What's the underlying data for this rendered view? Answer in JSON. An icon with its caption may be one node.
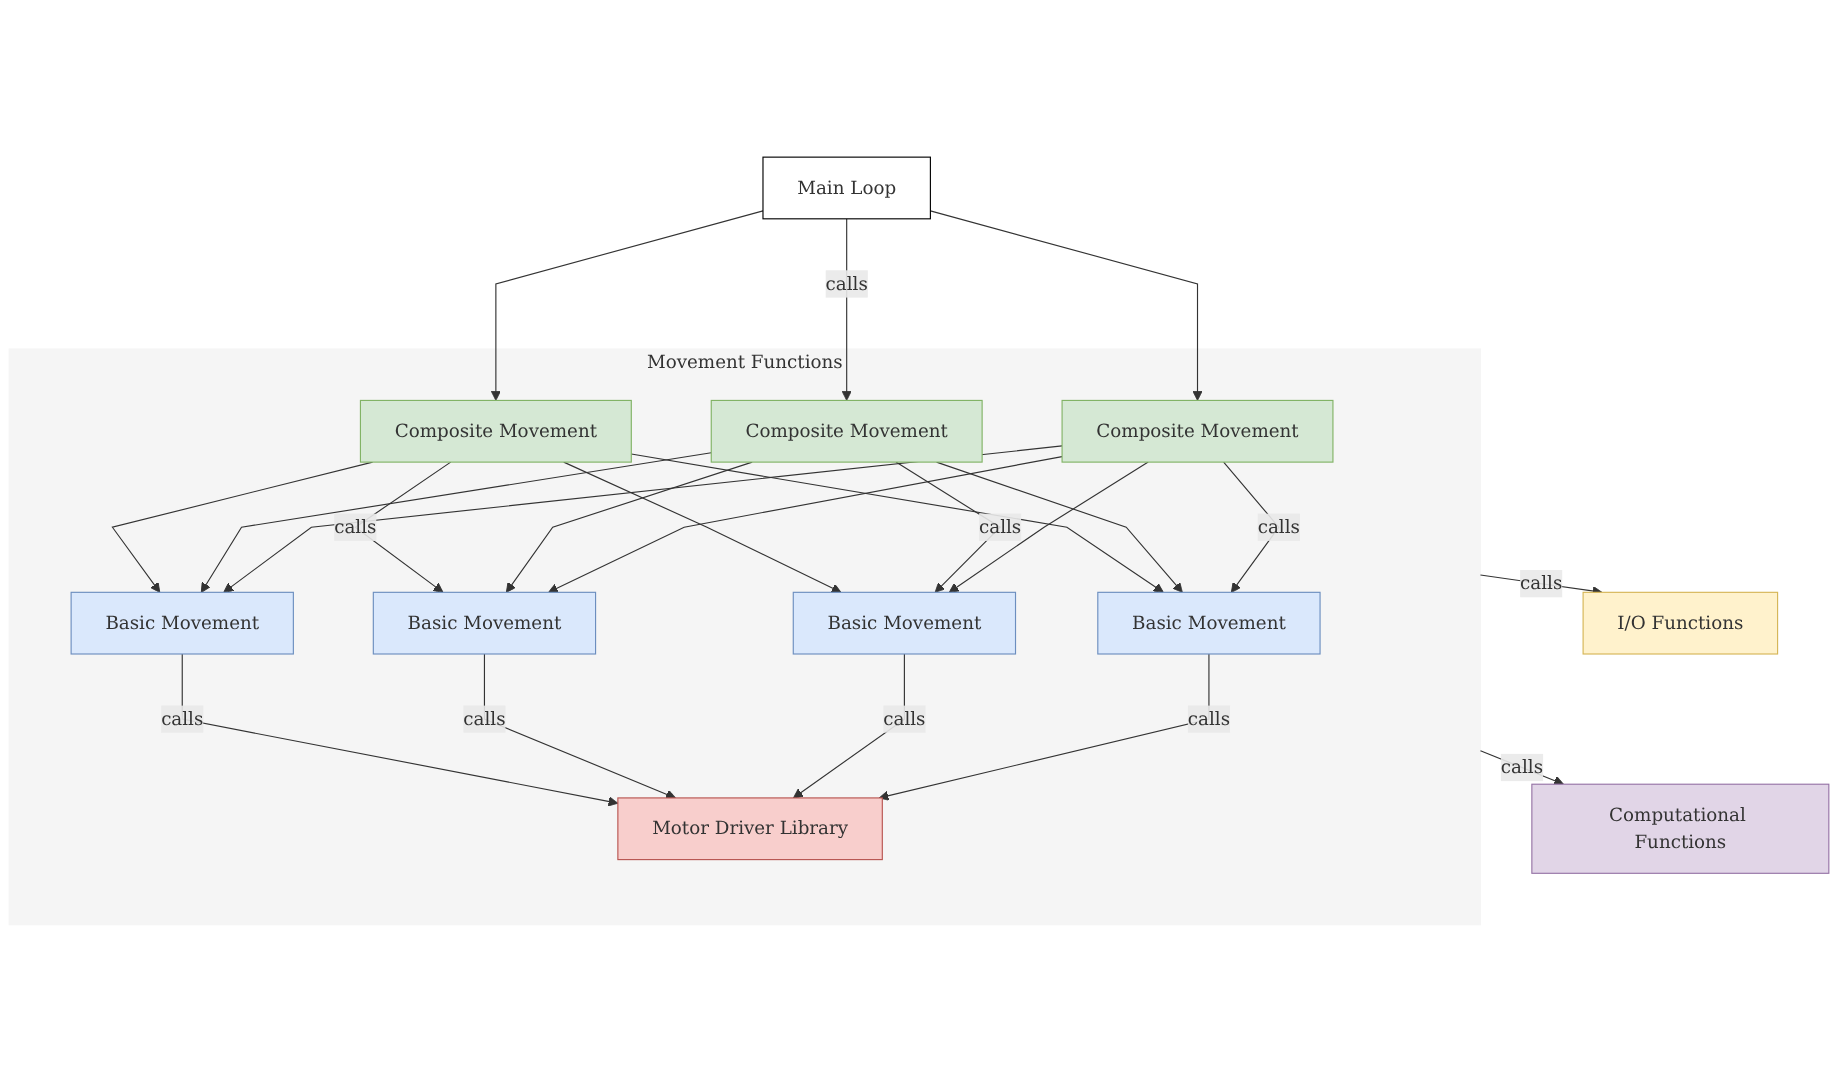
{
  "diagram": {
    "nodes": [
      {
        "text": [
          "Main Loop"
        ]
      },
      {
        "text": [
          "Movement Functions"
        ]
      },
      {
        "text": [
          "Composite Movement"
        ],
        "in": 1
      },
      {
        "text": [
          "Composite Movement"
        ],
        "in": 1
      },
      {
        "text": [
          "Composite Movement"
        ],
        "in": 1
      },
      {
        "text": [
          "Basic Movement"
        ],
        "in": 1
      },
      {
        "text": [
          "Basic Movement"
        ],
        "in": 1
      },
      {
        "text": [
          "Basic Movement"
        ],
        "in": 1
      },
      {
        "text": [
          "Basic Movement"
        ],
        "in": 1
      },
      {
        "text": [
          "Motor Driver Library"
        ],
        "in": 1
      },
      {
        "text": [
          "I/O Functions"
        ]
      },
      {
        "text": [
          "Computational Functions"
        ]
      }
    ],
    "edges": [
      {
        "from": 0,
        "to": 2,
        "arrow": "to"
      },
      {
        "from": 0,
        "to": 3,
        "arrow": "to",
        "label": "calls"
      },
      {
        "from": 0,
        "to": 4,
        "arrow": "to"
      },
      {
        "from": 2,
        "to": 5,
        "arrow": "to",
        "label": "calls"
      },
      {
        "from": 2,
        "to": 6,
        "arrow": "to"
      },
      {
        "from": 2,
        "to": 7,
        "arrow": "to"
      },
      {
        "from": 2,
        "to": 8,
        "arrow": "to"
      },
      {
        "from": 3,
        "to": 5,
        "arrow": "to"
      },
      {
        "from": 3,
        "to": 6,
        "arrow": "to",
        "label": "calls"
      },
      {
        "from": 3,
        "to": 7,
        "arrow": "to"
      },
      {
        "from": 3,
        "to": 8,
        "arrow": "to"
      },
      {
        "from": 4,
        "to": 5,
        "arrow": "to"
      },
      {
        "from": 4,
        "to": 6,
        "arrow": "to"
      },
      {
        "from": 4,
        "to": 7,
        "arrow": "to",
        "label": "calls"
      },
      {
        "from": 4,
        "to": 8,
        "arrow": "to"
      },
      {
        "from": 5,
        "to": 9,
        "arrow": "to",
        "label": "calls"
      },
      {
        "from": 6,
        "to": 9,
        "arrow": "to",
        "label": "calls"
      },
      {
        "from": 7,
        "to": 9,
        "arrow": "to",
        "label": "calls"
      },
      {
        "from": 8,
        "to": 9,
        "arrow": "to",
        "label": "calls"
      },
      {
        "from": 1,
        "to": 10,
        "arrow": "to",
        "label": "calls"
      },
      {
        "from": 1,
        "to": 11,
        "arrow": "to",
        "label": "calls"
      }
    ]
  }
}
